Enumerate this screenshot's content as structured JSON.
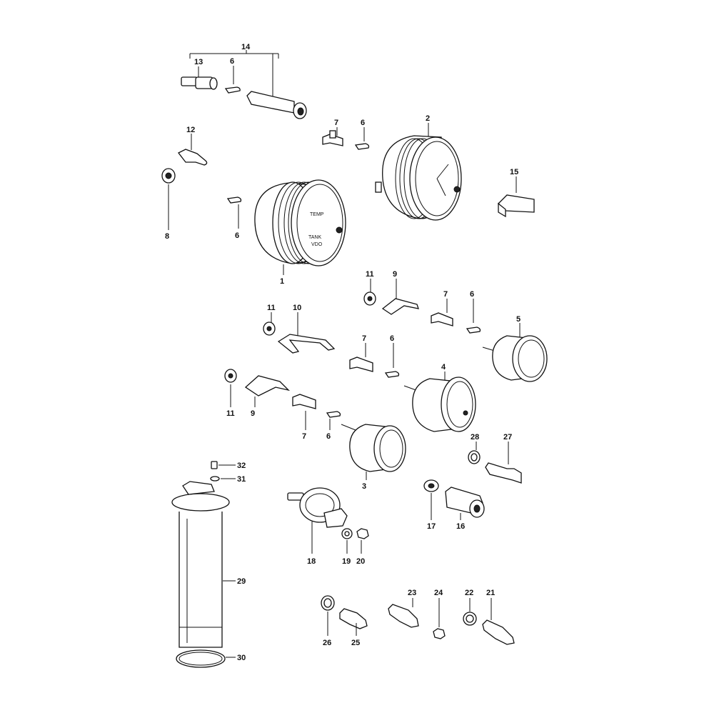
{
  "diagram": {
    "callouts": [
      "1",
      "2",
      "3",
      "4",
      "5",
      "6",
      "7",
      "8",
      "9",
      "10",
      "11",
      "12",
      "13",
      "14",
      "15",
      "16",
      "17",
      "18",
      "19",
      "20",
      "21",
      "22",
      "23",
      "24",
      "25",
      "26",
      "27",
      "28",
      "29",
      "30",
      "31",
      "32"
    ],
    "gauge_text": {
      "temp": "TEMP",
      "tank": "TANK",
      "vdo": "VDO"
    }
  }
}
